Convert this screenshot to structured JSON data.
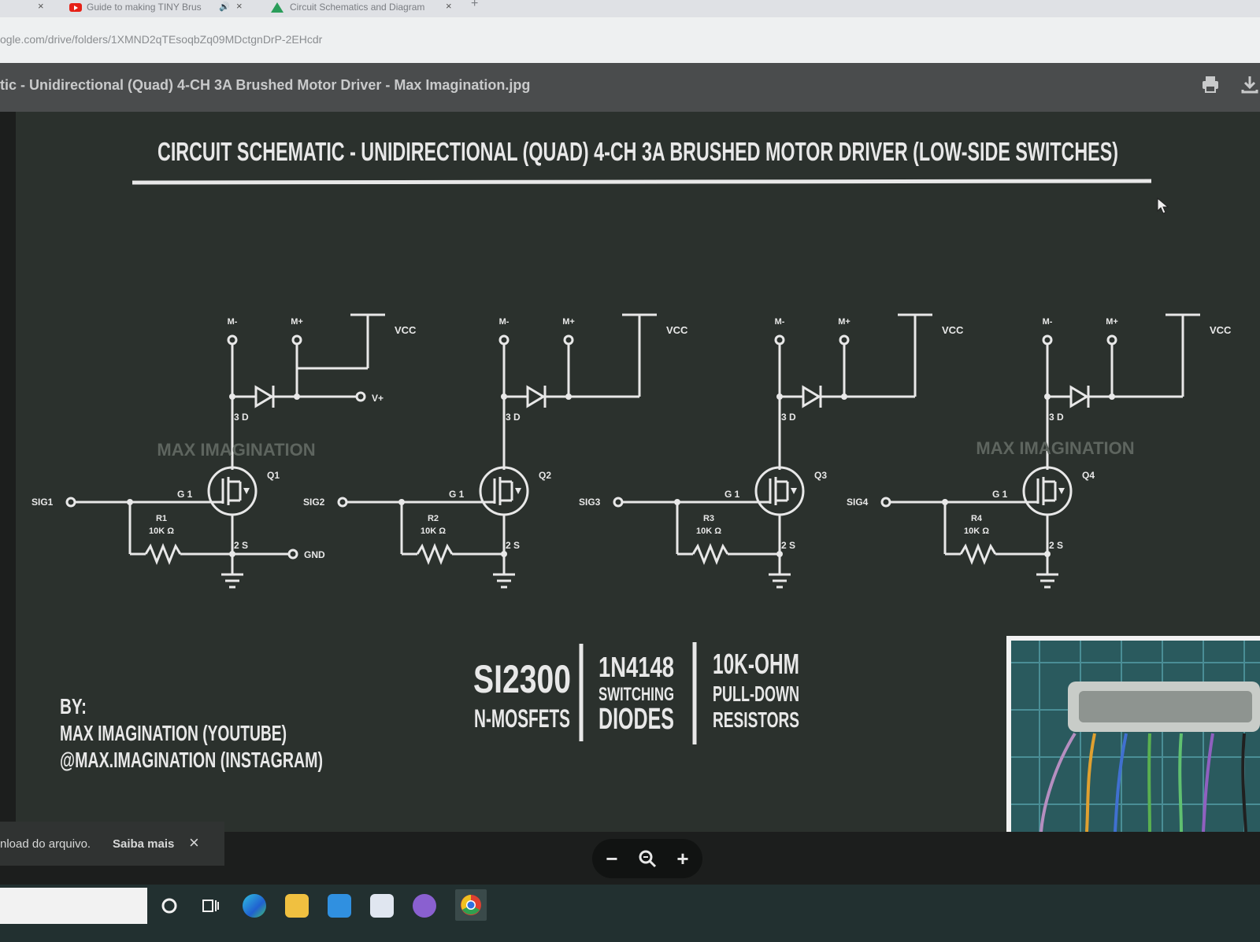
{
  "browser": {
    "tabs": [
      {
        "label": "",
        "close": "×"
      },
      {
        "label": "Guide to making TINY Brus",
        "close": "×",
        "audio": "🔊"
      },
      {
        "label": "Circuit Schematics and Diagram",
        "close": "×"
      }
    ],
    "new_tab": "+",
    "url": "ogle.com/drive/folders/1XMND2qTEsoqbZq09MDctgnDrP-2EHcdr"
  },
  "viewer": {
    "filename": "tic - Unidirectional (Quad) 4-CH 3A Brushed Motor Driver - Max Imagination.jpg",
    "print_icon": "printer-icon",
    "download_icon": "download-icon"
  },
  "schematic": {
    "title": "CIRCUIT SCHEMATIC - UNIDIRECTIONAL (QUAD) 4-CH 3A BRUSHED MOTOR DRIVER (LOW-SIDE SWITCHES)",
    "channels": [
      {
        "sig": "SIG1",
        "q": "Q1",
        "r": "R1",
        "rv": "10K Ω",
        "mminus": "M-",
        "mplus": "M+",
        "vcc": "VCC",
        "d": "3 D",
        "g": "G 1",
        "s": "2 S"
      },
      {
        "sig": "SIG2",
        "q": "Q2",
        "r": "R2",
        "rv": "10K Ω",
        "mminus": "M-",
        "mplus": "M+",
        "vcc": "VCC",
        "d": "3 D",
        "g": "G 1",
        "s": "2 S"
      },
      {
        "sig": "SIG3",
        "q": "Q3",
        "r": "R3",
        "rv": "10K Ω",
        "mminus": "M-",
        "mplus": "M+",
        "vcc": "VCC",
        "d": "3 D",
        "g": "G 1",
        "s": "2 S"
      },
      {
        "sig": "SIG4",
        "q": "Q4",
        "r": "R4",
        "rv": "10K Ω",
        "mminus": "M-",
        "mplus": "M+",
        "vcc": "VCC",
        "d": "3 D",
        "g": "G 1",
        "s": "2 S"
      }
    ],
    "vplus": "V+",
    "gnd": "GND",
    "watermark": "MAX IMAGINATION",
    "parts": {
      "mosfet_main": "SI2300",
      "mosfet_sub": "N-MOSFETS",
      "diode_main": "1N4148",
      "diode_sub1": "SWITCHING",
      "diode_sub2": "DIODES",
      "res_main": "10K-OHM",
      "res_sub1": "PULL-DOWN",
      "res_sub2": "RESISTORS"
    },
    "credits": {
      "by": "BY:",
      "line1": "MAX IMAGINATION (YOUTUBE)",
      "line2": "@MAX.IMAGINATION (INSTAGRAM)"
    }
  },
  "toast": {
    "text": "nload do arquivo.",
    "learn_more": "Saiba mais",
    "close": "×"
  },
  "zoom": {
    "minus": "−",
    "plus": "+"
  },
  "colors": {
    "sheet_bg": "#2b312d",
    "line": "#e8e8e8",
    "viewer_bar": "#4a4c4d"
  }
}
